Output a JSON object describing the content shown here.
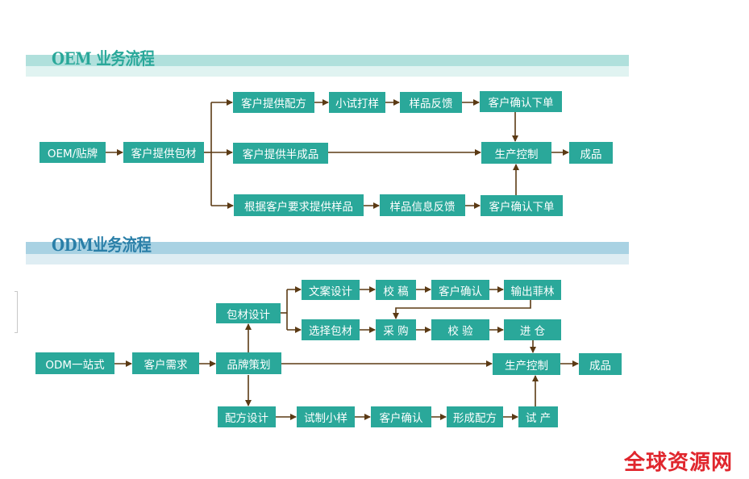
{
  "colors": {
    "node_fill": "#2aa89a",
    "node_text": "#ffffff",
    "connector": "#5b3a14",
    "oem_title": "#2aa89a",
    "oem_band_dark": "#b0e0dc",
    "oem_band_light": "#e0f3f1",
    "odm_title": "#2a7fa8",
    "odm_band_dark": "#a9d2e3",
    "odm_band_light": "#deedf3",
    "watermark": "#e0262d"
  },
  "oem": {
    "title": "OEM 业务流程",
    "nodes": {
      "start": "OEM/贴牌",
      "packaging": "客户提供包材",
      "formula": "客户提供配方",
      "trial_sample": "小试打样",
      "sample_feedback": "样品反馈",
      "confirm_top": "客户确认下单",
      "semi_finished": "客户提供半成品",
      "production": "生产控制",
      "finished": "成品",
      "sample_by_request": "根据客户要求提供样品",
      "sample_info_feedback": "样品信息反馈",
      "confirm_bottom": "客户确认下单"
    }
  },
  "odm": {
    "title": "ODM业务流程",
    "nodes": {
      "start": "ODM一站式",
      "demand": "客户需求",
      "brand_planning": "品牌策划",
      "packaging_design": "包材设计",
      "copy_design": "文案设计",
      "proofread": "校 稿",
      "customer_confirm_top": "客户确认",
      "output_film": "输出菲林",
      "select_packaging": "选择包材",
      "purchase": "采 购",
      "inspection": "校 验",
      "warehousing": "进 仓",
      "production": "生产控制",
      "finished": "成品",
      "formula_design": "配方设计",
      "trial_small_batch": "试制小样",
      "customer_confirm_bottom": "客户确认",
      "form_formula": "形成配方",
      "trial_production": "试 产"
    }
  },
  "watermark": "全球资源网"
}
